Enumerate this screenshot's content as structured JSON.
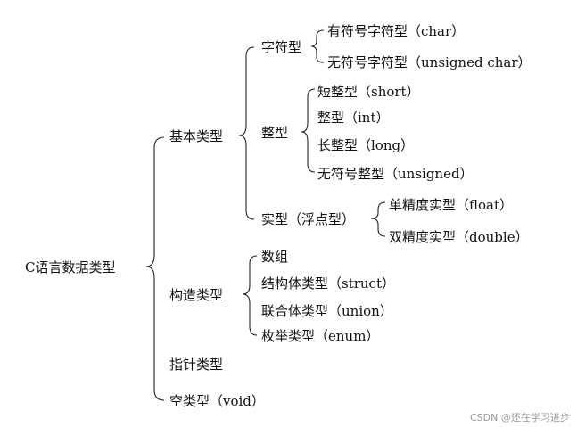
{
  "root": "C语言数据类型",
  "basic": {
    "label": "基本类型",
    "char_group": {
      "label": "字符型",
      "items": [
        "有符号字符型（char）",
        "无符号字符型（unsigned char）"
      ]
    },
    "int_group": {
      "label": "整型",
      "items": [
        "短整型（short）",
        "整型（int）",
        "长整型（long）",
        "无符号整型（unsigned）"
      ]
    },
    "real_group": {
      "label": "实型（浮点型）",
      "items": [
        "单精度实型（float）",
        "双精度实型（double）"
      ]
    }
  },
  "constructed": {
    "label": "构造类型",
    "items": [
      "数组",
      "结构体类型（struct）",
      "联合体类型（union）",
      "枚举类型（enum）"
    ]
  },
  "pointer": {
    "label": "指针类型"
  },
  "void": {
    "label": "空类型（void）"
  },
  "watermark": "CSDN @还在学习进步"
}
